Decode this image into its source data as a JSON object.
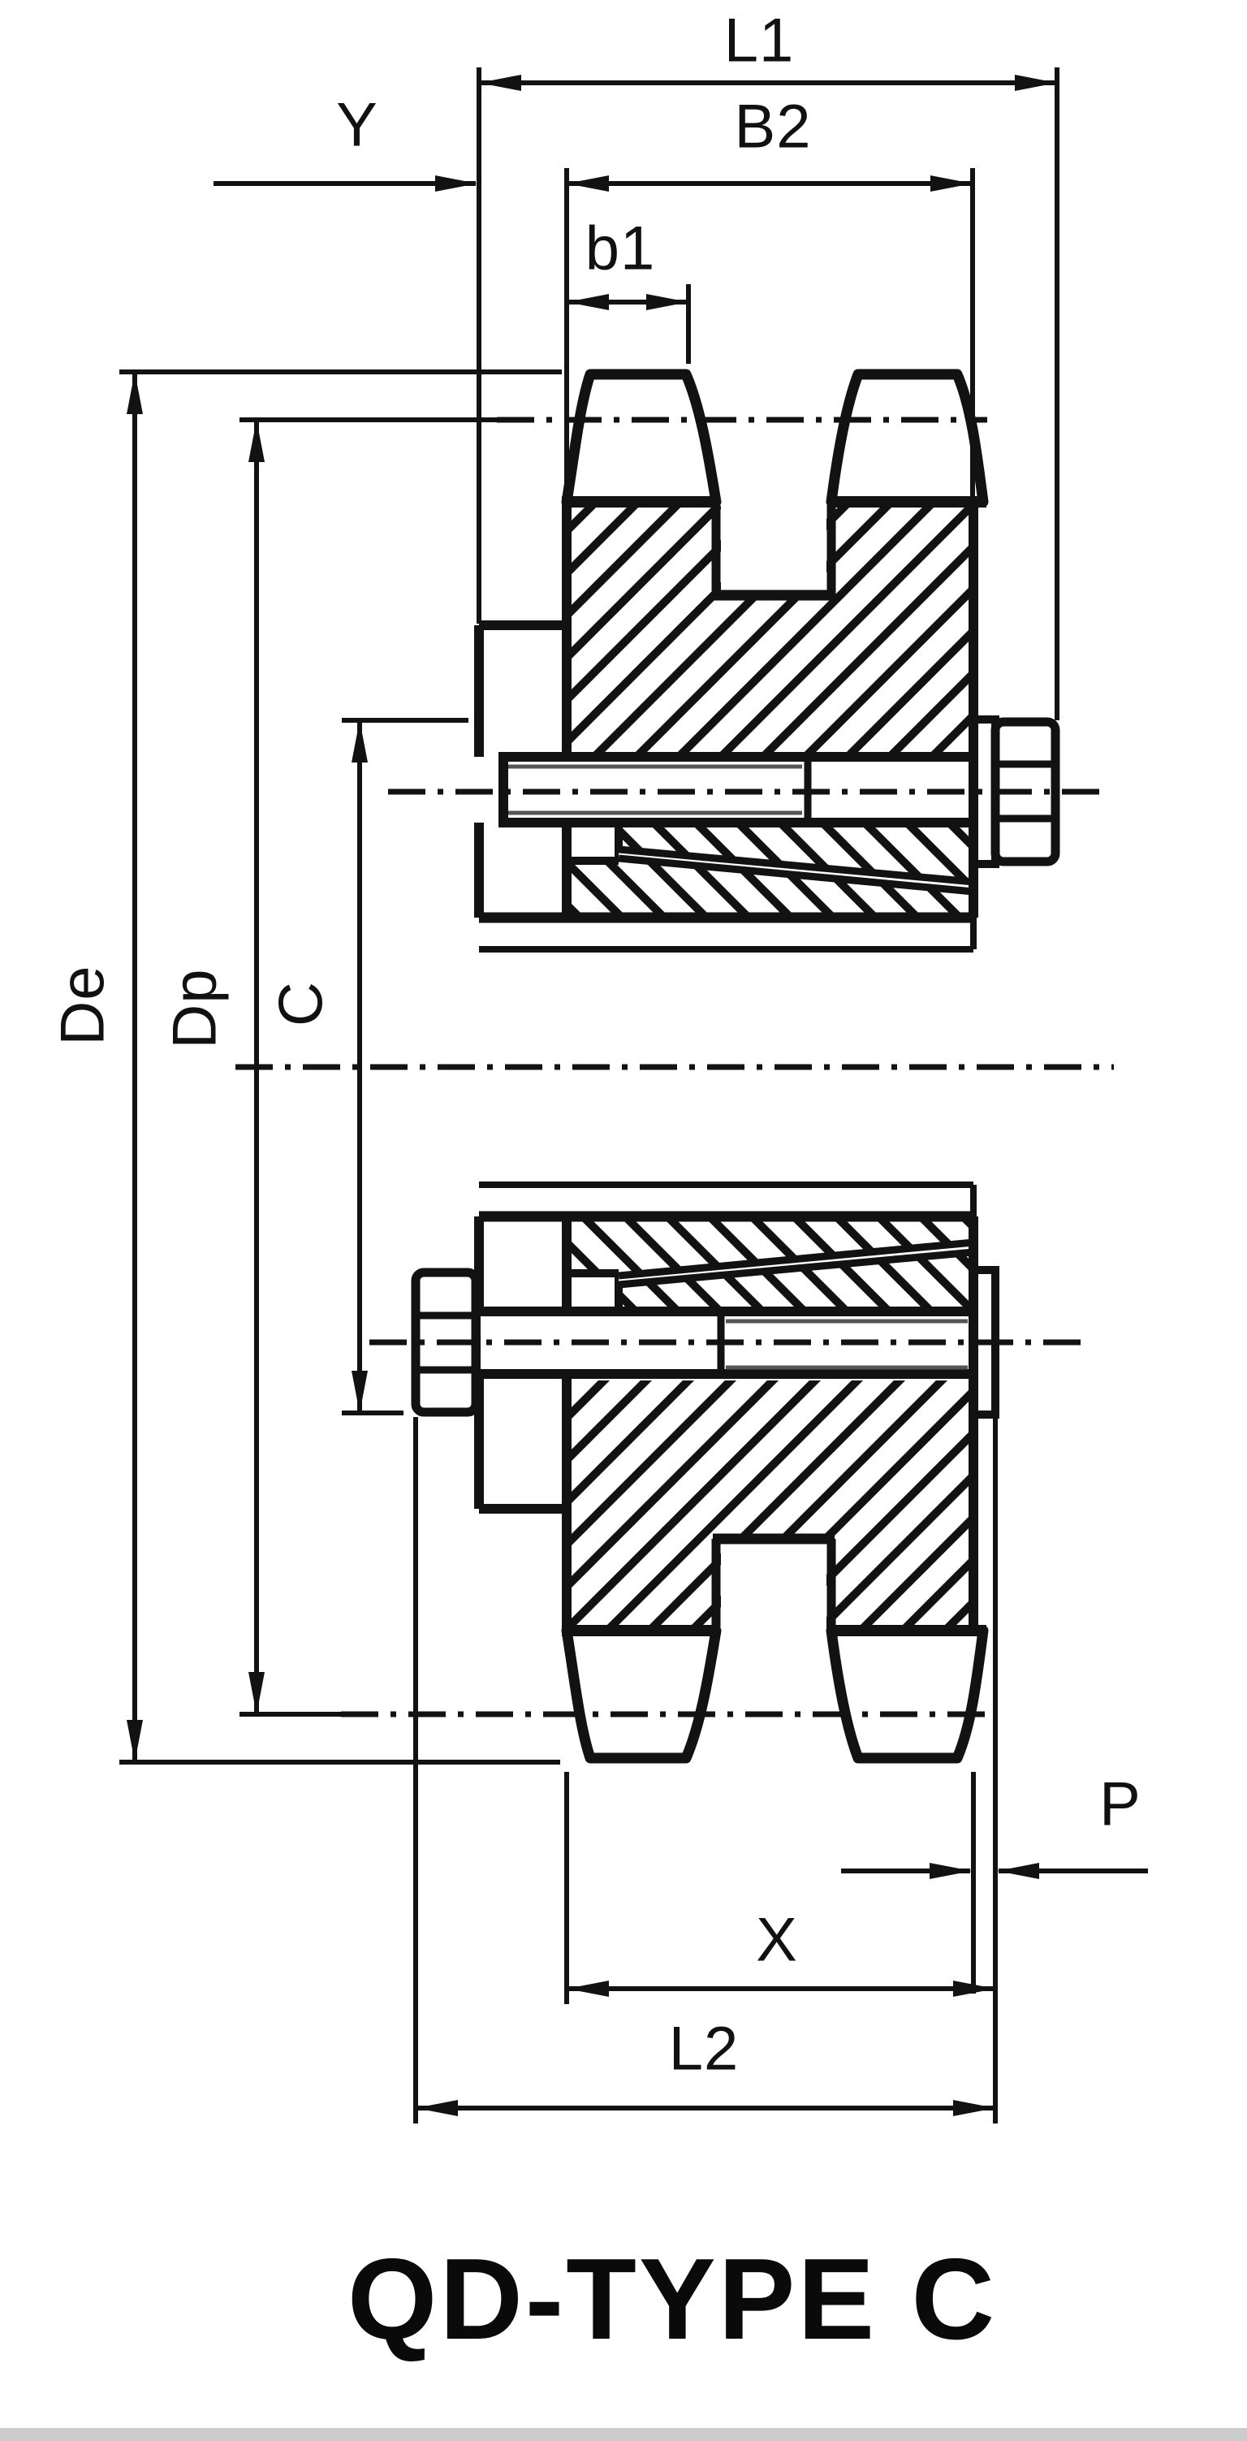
{
  "title": "QD-TYPE C",
  "labels": {
    "l1": "L1",
    "b2": "B2",
    "b1": "b1",
    "y": "Y",
    "de": "De",
    "dp": "Dp",
    "c": "C",
    "p": "P",
    "x": "X",
    "l2": "L2"
  },
  "colors": {
    "ink": "#121212",
    "thread_shade": "#555555",
    "background": "#ffffff",
    "footer_bar": "#cccccc"
  }
}
